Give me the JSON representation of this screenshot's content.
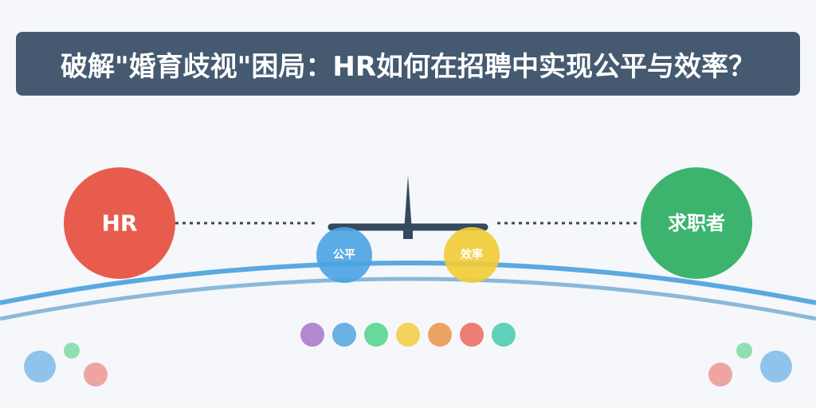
{
  "title": "破解\"婚育歧视\"困局：HR如何在招聘中实现公平与效率？",
  "left_party": {
    "label": "HR",
    "color": "#e85c4d"
  },
  "right_party": {
    "label": "求职者",
    "color": "#3cb46e"
  },
  "scale": {
    "left_pan": {
      "label": "公平",
      "color": "#4aa3e3"
    },
    "right_pan": {
      "label": "效率",
      "color": "#f2cc35"
    },
    "beam_color": "#34495e"
  },
  "palette_dots": [
    "#b388cf",
    "#6bb1e3",
    "#68d99a",
    "#f3d35a",
    "#eba364",
    "#ec7e75",
    "#5fd1b9"
  ],
  "decor": {
    "large": "#8fc3ec",
    "small_green": "#8ee0b2",
    "small_red": "#eea5a1"
  },
  "arcs": {
    "front": "#5aa9e0",
    "back": "#8ab8d9"
  }
}
